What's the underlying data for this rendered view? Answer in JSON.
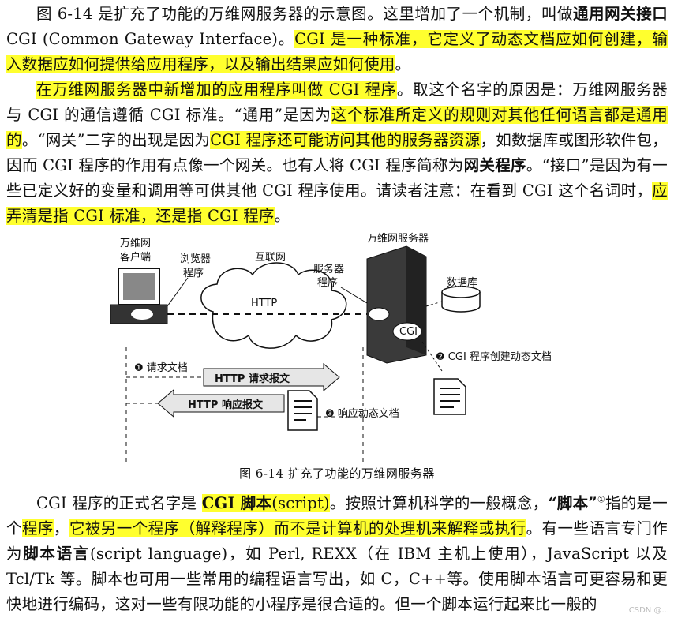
{
  "p1": {
    "a": "图 6-14 是扩充了功能的万维网服务器的示意图。这里增加了一个机制，叫做",
    "b": "通用网关接口",
    "c": " CGI (Common Gateway Interface)。",
    "d": "CGI 是一种标准，它定义了动态文档应如何创建，输入数据应如何提供给应用程序，以及输出结果应如何使用",
    "e": "。"
  },
  "p2": {
    "a": "在万维网服务器中新增加的应用程序叫做 CGI 程序",
    "b": "。取这个名字的原因是：万维网服务器与 CGI 的通信遵循 CGI 标准。“通用”是因为",
    "c": "这个标准所定义的规则对其他任何语言都是通用的",
    "d": "。“网关”二字的出现是因为",
    "e": "CGI 程序还可能访问其他的服务器资源",
    "f": "，如数据库或图形软件包，因而 CGI 程序的作用有点像一个网关。也有人将 CGI 程序简称为",
    "g": "网关程序",
    "h": "。“接口”是因为有一些已定义好的变量和调用等可供其他 CGI 程序使用。请读者注意：在看到 CGI 这个名词时，",
    "i": "应弄清是指 CGI 标准，还是指 CGI 程序",
    "j": "。"
  },
  "figure": {
    "client_label_1": "万维网",
    "client_label_2": "客户端",
    "browser_label_1": "浏览器",
    "browser_label_2": "程序",
    "internet_label": "互联网",
    "http_label": "HTTP",
    "server_title": "万维网服务器",
    "server_prog_1": "服务器",
    "server_prog_2": "程序",
    "db_label": "数据库",
    "cgi_label": "CGI",
    "step1_num": "❶",
    "step1": "请求文档",
    "step2_num": "❷",
    "step2": "CGI 程序创建动态文档",
    "step3_num": "❸",
    "step3": "响应动态文档",
    "request_msg": "HTTP 请求报文",
    "response_msg": "HTTP 响应报文"
  },
  "caption": "图 6-14 扩充了功能的万维网服务器",
  "p3": {
    "a": "CGI 程序的正式名字是 ",
    "b": "CGI 脚本",
    "c": "(script)",
    "d": "。按照计算机科学的一般概念，",
    "e": "“脚本”",
    "f": "①",
    "g": "指的是一个",
    "h": "程序",
    "i": "，",
    "j": "它被另一个程序（解释程序）而不是计算机的处理机来解释或执行",
    "k": "。有一些语言专门作为",
    "l": "脚本语言",
    "m": "(script language)，如 Perl, REXX（在 IBM 主机上使用），JavaScript 以及 Tcl/Tk 等。脚本也可用一些常用的编程语言写出，如 C，C++等。使用脚本语言可更容易和更快地进行编码，这对一些有限功能的小程序是很合适的。但一个脚本运行起来比一般的"
  },
  "watermark": "CSDN @..."
}
